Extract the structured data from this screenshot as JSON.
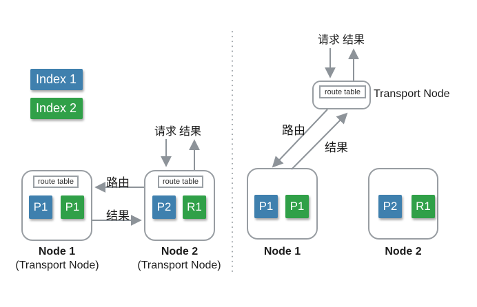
{
  "colors": {
    "index1_blue": "#3f80ae",
    "index2_green": "#30a048",
    "arrow_gray": "#8d9399",
    "node_border_gray": "#989da2"
  },
  "legend": {
    "index1_label": "Index 1",
    "index2_label": "Index 2"
  },
  "left": {
    "request_label": "请求",
    "result_top_label": "结果",
    "route_label": "路由",
    "result_mid_label": "结果",
    "node1": {
      "route_table_label": "route table",
      "shards": [
        {
          "label": "P1"
        },
        {
          "label": "P1"
        }
      ],
      "title": "Node 1",
      "subtitle": "(Transport Node)"
    },
    "node2": {
      "route_table_label": "route table",
      "shards": [
        {
          "label": "P2"
        },
        {
          "label": "R1"
        }
      ],
      "title": "Node 2",
      "subtitle": "(Transport Node)"
    }
  },
  "right": {
    "request_label": "请求",
    "result_top_label": "结果",
    "route_label": "路由",
    "result_mid_label": "结果",
    "transport": {
      "route_table_label": "route table",
      "title": "Transport Node"
    },
    "node1": {
      "shards": [
        {
          "label": "P1"
        },
        {
          "label": "P1"
        }
      ],
      "title": "Node 1"
    },
    "node2": {
      "shards": [
        {
          "label": "P2"
        },
        {
          "label": "R1"
        }
      ],
      "title": "Node 2"
    }
  }
}
